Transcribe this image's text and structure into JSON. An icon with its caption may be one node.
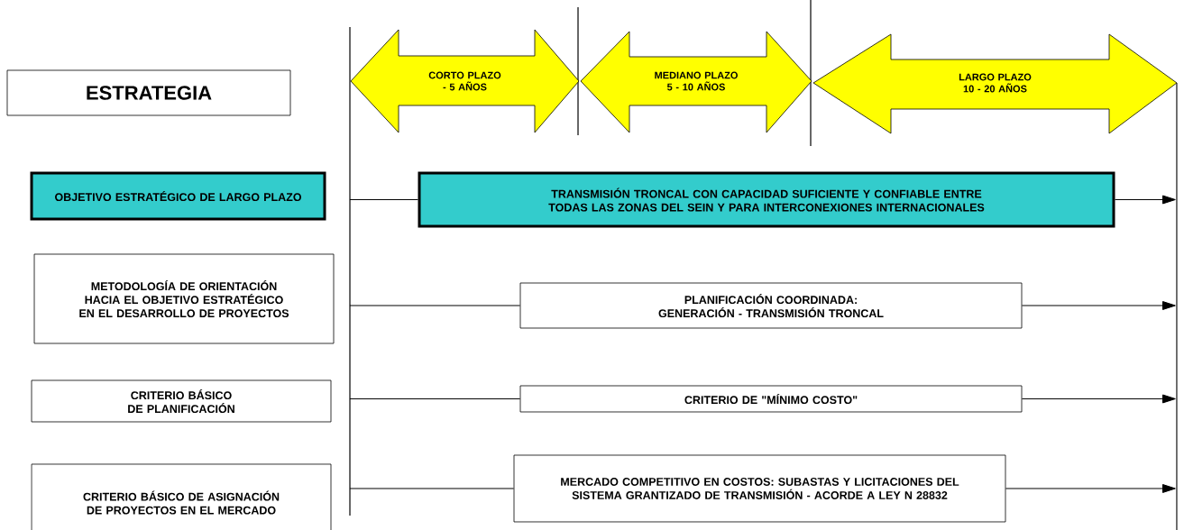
{
  "diagram": {
    "nodes": [
      {
        "text": [
          "ESTRATEGIA"
        ]
      },
      {
        "text": [
          "CORTO PLAZO - 5 AÑOS"
        ]
      },
      {
        "text": [
          "MEDIANO PLAZO 5 - 10 AÑOS"
        ]
      },
      {
        "text": [
          "LARGO PLAZO 10 - 20 AÑOS"
        ]
      },
      {
        "text": [
          "OBJETIVO ESTRATÉGICO DE LARGO PLAZO"
        ]
      },
      {
        "text": [
          "TRANSMISIÓN TRONCAL CON CAPACIDAD SUFICIENTE Y CONFIABLE ENTRE TODAS LAS ZONAS DEL SEIN Y PARA INTERCONEXIONES INTERNACIONALES"
        ]
      },
      {
        "text": [
          "METODOLOGÍA DE ORIENTACIÓN HACIA EL OBJETIVO ESTRATÉGICO EN EL DESARROLLO DE PROYECTOS"
        ]
      },
      {
        "text": [
          "PLANIFICACIÓN COORDINADA: GENERACIÓN - TRANSMISIÓN TRONCAL"
        ]
      },
      {
        "text": [
          "CRITERIO BÁSICO DE PLANIFICACIÓN"
        ]
      },
      {
        "text": [
          "CRITERIO DE \"MÍNIMO COSTO\""
        ]
      },
      {
        "text": [
          "CRITERIO BÁSICO DE ASIGNACIÓN DE PROYECTOS EN EL MERCADO"
        ]
      },
      {
        "text": [
          "MERCADO COMPETITIVO EN COSTOS: SUBASTAS Y LICITACIONES DEL SISTEMA GRANTIZADO DE TRANSMISIÓN - ACORDE A LEY N 28832"
        ]
      }
    ],
    "edges": [
      {
        "from": null,
        "to": 5,
        "arrow": "none"
      },
      {
        "from": 5,
        "to": null,
        "arrow": "to"
      },
      {
        "from": null,
        "to": 7,
        "arrow": "none"
      },
      {
        "from": 7,
        "to": null,
        "arrow": "to"
      },
      {
        "from": null,
        "to": 9,
        "arrow": "none"
      },
      {
        "from": 9,
        "to": null,
        "arrow": "to"
      },
      {
        "from": null,
        "to": 11,
        "arrow": "none"
      },
      {
        "from": 11,
        "to": null,
        "arrow": "to"
      }
    ]
  }
}
